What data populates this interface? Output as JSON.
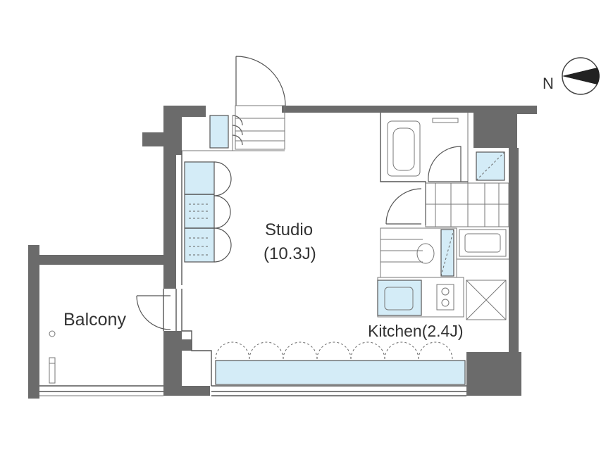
{
  "rooms": {
    "studio_name": "Studio",
    "studio_size": "(10.3J)",
    "kitchen": "Kitchen(2.4J)",
    "balcony": "Balcony"
  },
  "compass": {
    "north_label": "N"
  },
  "colors": {
    "wall": "#6b6b6b",
    "storage_fill": "#d4ecf7",
    "line": "#555555"
  }
}
